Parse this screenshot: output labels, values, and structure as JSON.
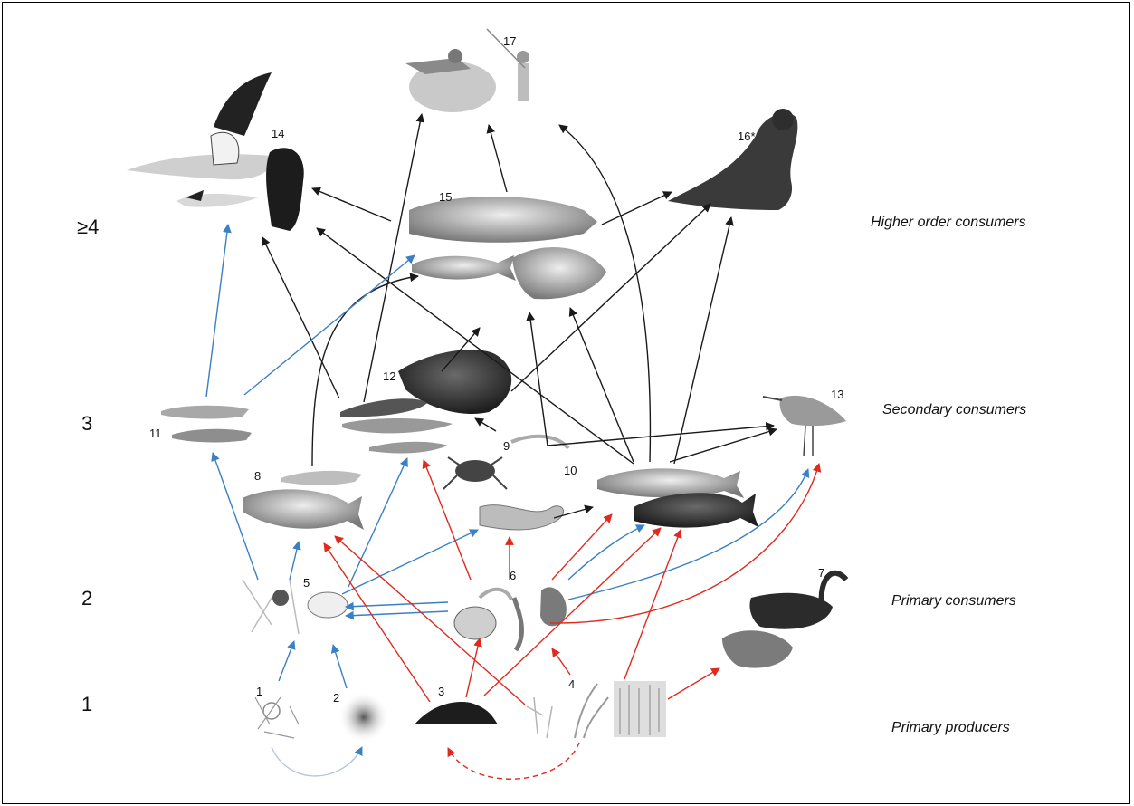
{
  "level_labels": {
    "l4": "≥4",
    "l3": "3",
    "l2": "2",
    "l1": "1"
  },
  "trophic_labels": {
    "higher": "Higher order consumers",
    "secondary": "Secondary consumers",
    "primary_consumers": "Primary consumers",
    "primary_producers": "Primary producers"
  },
  "node_numbers": {
    "n1": "1",
    "n2": "2",
    "n3": "3",
    "n4": "4",
    "n5": "5",
    "n6": "6",
    "n7": "7",
    "n8": "8",
    "n9": "9",
    "n10": "10",
    "n11": "11",
    "n12": "12",
    "n13": "13",
    "n14": "14",
    "n15": "15",
    "n16": "16*",
    "n17": "17"
  },
  "arrow_colors": {
    "black": "#1a1a1a",
    "blue": "#3b7fc4",
    "red": "#e02a1f"
  }
}
